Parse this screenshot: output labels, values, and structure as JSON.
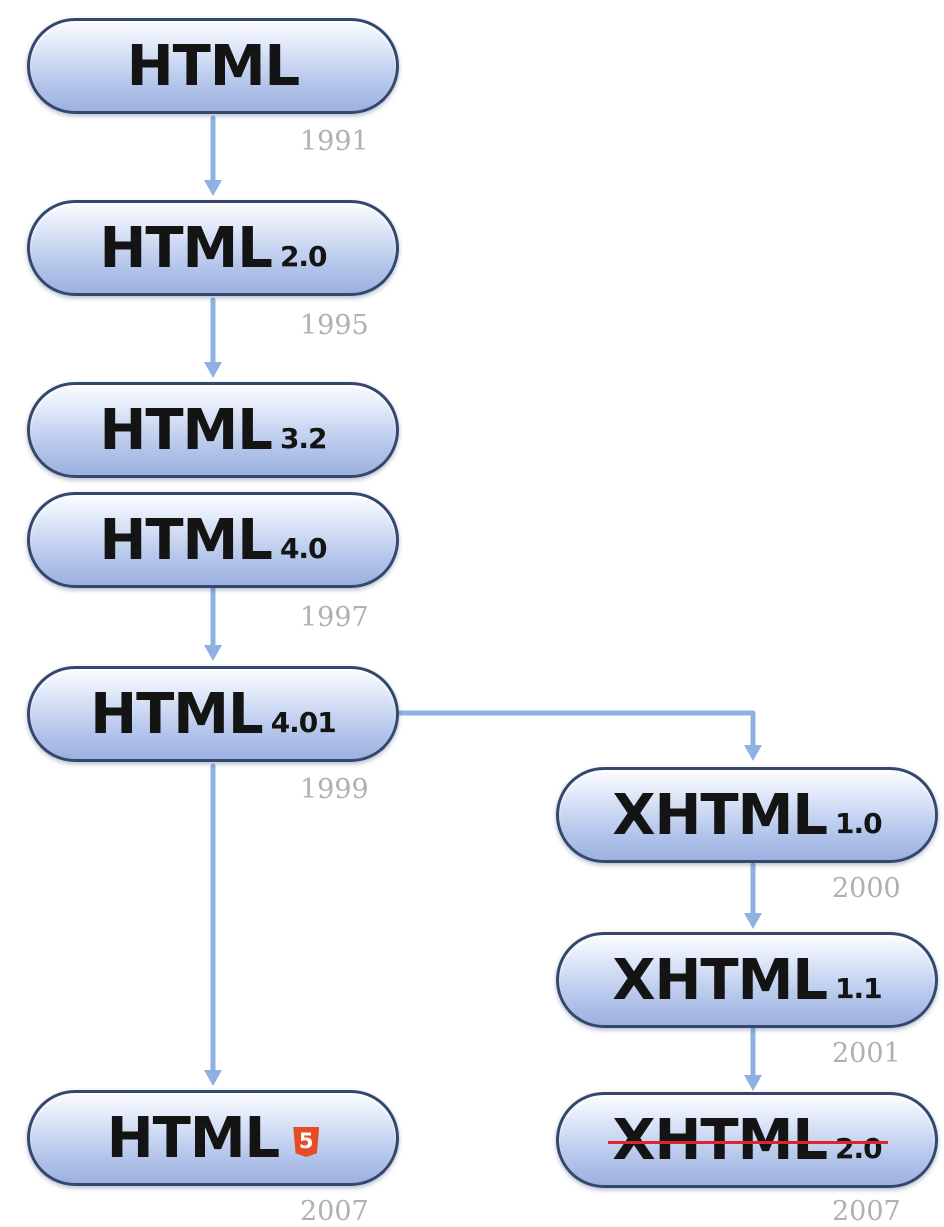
{
  "nodes": [
    {
      "id": "html",
      "name": "HTML",
      "version": "",
      "year": "1991"
    },
    {
      "id": "html-2-0",
      "name": "HTML",
      "version": "2.0",
      "year": "1995"
    },
    {
      "id": "html-3-2",
      "name": "HTML",
      "version": "3.2",
      "year": ""
    },
    {
      "id": "html-4-0",
      "name": "HTML",
      "version": "4.0",
      "year": "1997"
    },
    {
      "id": "html-4-01",
      "name": "HTML",
      "version": "4.01",
      "year": "1999"
    },
    {
      "id": "xhtml-1-0",
      "name": "XHTML",
      "version": "1.0",
      "year": "2000"
    },
    {
      "id": "xhtml-1-1",
      "name": "XHTML",
      "version": "1.1",
      "year": "2001"
    },
    {
      "id": "xhtml-2-0",
      "name": "XHTML",
      "version": "2.0",
      "year": "2007",
      "struck_through": true
    },
    {
      "id": "html5",
      "name": "HTML",
      "version": "",
      "year": "2007",
      "badge": "5",
      "badge_icon": "html5-logo-icon"
    }
  ],
  "edges": [
    [
      "html",
      "html-2-0"
    ],
    [
      "html-2-0",
      "html-3-2"
    ],
    [
      "html-4-0",
      "html-4-01"
    ],
    [
      "html-4-01",
      "xhtml-1-0"
    ],
    [
      "xhtml-1-0",
      "xhtml-1-1"
    ],
    [
      "xhtml-1-1",
      "xhtml-2-0"
    ],
    [
      "html-4-01",
      "html5"
    ]
  ],
  "colors": {
    "node_border": "#34486e",
    "connector": "#8fb0e3",
    "year_text": "#b0b0b0",
    "strike": "#e0242c",
    "html5_badge": "#e44d26"
  }
}
